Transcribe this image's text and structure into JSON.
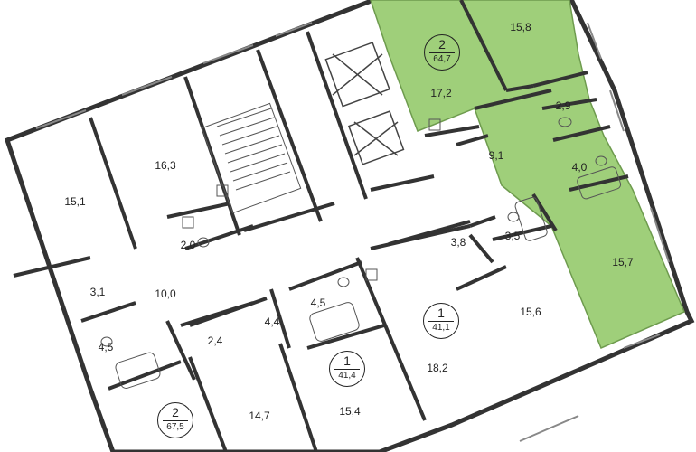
{
  "plan": {
    "highlight_color": "#9fcf7a",
    "wall_color": "#333333",
    "window_color": "#888888",
    "apartments": [
      {
        "id": "apt-2-top",
        "rooms": "2",
        "area": "64,7",
        "highlighted": true
      },
      {
        "id": "apt-1-mid",
        "rooms": "1",
        "area": "41,1",
        "highlighted": false
      },
      {
        "id": "apt-1-bottom",
        "rooms": "1",
        "area": "41,4",
        "highlighted": false
      },
      {
        "id": "apt-2-bottom",
        "rooms": "2",
        "area": "67,5",
        "highlighted": false
      }
    ],
    "rooms": [
      {
        "id": "r1",
        "area": "15,8"
      },
      {
        "id": "r2",
        "area": "17,2"
      },
      {
        "id": "r3",
        "area": "2,9"
      },
      {
        "id": "r4",
        "area": "9,1"
      },
      {
        "id": "r5",
        "area": "4,0"
      },
      {
        "id": "r6",
        "area": "15,7"
      },
      {
        "id": "r7",
        "area": "16,3"
      },
      {
        "id": "r8",
        "area": "15,1"
      },
      {
        "id": "r9",
        "area": "2,0"
      },
      {
        "id": "r10",
        "area": "3,8"
      },
      {
        "id": "r11",
        "area": "3,5"
      },
      {
        "id": "r12",
        "area": "3,1"
      },
      {
        "id": "r13",
        "area": "10,0"
      },
      {
        "id": "r14",
        "area": "4,5"
      },
      {
        "id": "r15",
        "area": "4,4"
      },
      {
        "id": "r16",
        "area": "15,6"
      },
      {
        "id": "r17",
        "area": "2,4"
      },
      {
        "id": "r18",
        "area": "4,5"
      },
      {
        "id": "r19",
        "area": "18,2"
      },
      {
        "id": "r20",
        "area": "14,7"
      },
      {
        "id": "r21",
        "area": "15,4"
      }
    ]
  }
}
